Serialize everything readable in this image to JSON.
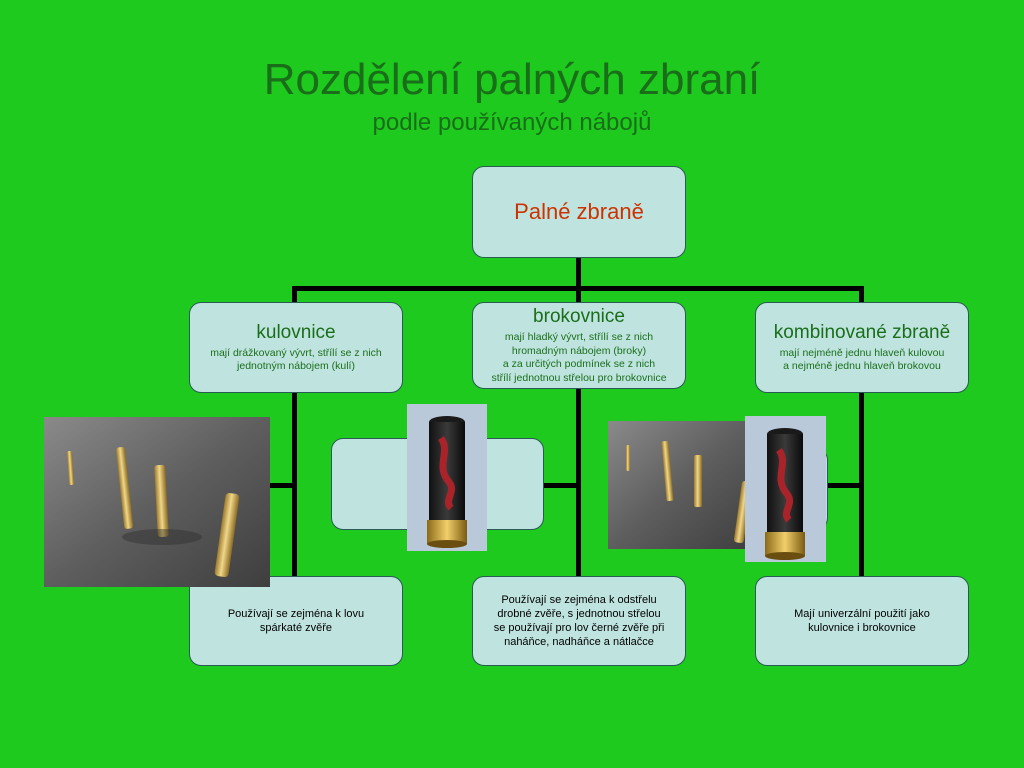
{
  "title": "Rozdělení palných zbraní",
  "subtitle": "podle používaných nábojů",
  "root": {
    "label": "Palné zbraně"
  },
  "categories": [
    {
      "title": "kulovnice",
      "description": "mají drážkovaný vývrt, střílí se z nich\njednotným nábojem (kulí)",
      "usage": "Používají se zejména k lovu\nspárkaté zvěře"
    },
    {
      "title": "brokovnice",
      "description": "mají hladký vývrt, střílí se z nich\nhromadným nábojem (broky)\na za určitých podmínek se  z nich\nstřílí jednotnou střelou pro brokovnice",
      "usage": "Používají se zejména k odstřelu\ndrobné  zvěře,  s jednotnou střelou\nse používají pro lov černé zvěře při\nnaháňce,  nadháňce  a nátlačce"
    },
    {
      "title": "kombinované zbraně",
      "description": "mají nejméně jednu hlaveň kulovou\na nejméně jednu hlaveň brokovou",
      "usage": "Mají univerzální použití jako\nkulovnice i brokovnice"
    }
  ],
  "colors": {
    "background": "#1dca1d",
    "title": "#1a6e1a",
    "box_fill": "#bfe4e0",
    "root_text": "#cc3300"
  },
  "images": [
    "rifle-cartridges-photo",
    "shotgun-shell-photo",
    "rifle-cartridges-photo",
    "shotgun-shell-photo"
  ]
}
